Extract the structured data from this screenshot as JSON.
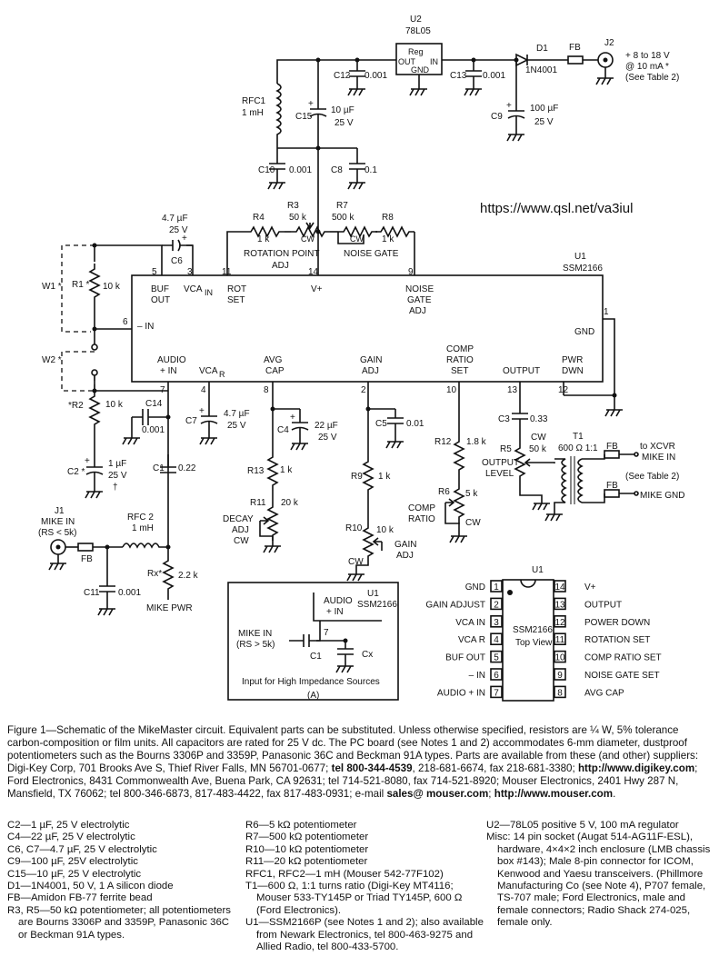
{
  "url": "https://www.qsl.net/va3iul",
  "schematic": {
    "u2": {
      "ref": "U2",
      "type": "78L05",
      "block": "Reg",
      "out": "OUT",
      "in": "IN",
      "gnd": "GND"
    },
    "u1": {
      "ref": "U1",
      "type": "SSM2166"
    },
    "d1": {
      "ref": "D1",
      "type": "1N4001"
    },
    "fb": "FB",
    "j2": {
      "ref": "J2",
      "line1": "+ 8 to 18 V",
      "line2": "@ 10 mA *",
      "line3": "(See Table 2)"
    },
    "c12": {
      "ref": "C12",
      "value": "0.001"
    },
    "c13": {
      "ref": "C13",
      "value": "0.001"
    },
    "c15": {
      "ref": "C15",
      "value": "10 µF",
      "rating": "25 V"
    },
    "c9": {
      "ref": "C9",
      "value": "100 µF",
      "rating": "25 V"
    },
    "rfc1": {
      "ref": "RFC1",
      "value": "1 mH"
    },
    "c10": {
      "ref": "C10",
      "value": "0.001"
    },
    "c8": {
      "ref": "C8",
      "value": "0.1"
    },
    "c6": {
      "ref": "C6",
      "value": "4.7 µF",
      "rating": "25 V"
    },
    "r4": {
      "ref": "R4",
      "value": "1 k"
    },
    "r3": {
      "ref": "R3",
      "value": "50 k"
    },
    "r7": {
      "ref": "R7",
      "value": "500 k"
    },
    "r8": {
      "ref": "R8",
      "value": "1 k"
    },
    "cw": "CW",
    "rotation_label": "ROTATION POINT",
    "adj": "ADJ",
    "noise_label": "NOISE GATE",
    "w1": "W1 *",
    "w2": "W2 *",
    "r1": {
      "ref": "R1 *",
      "value": "10 k"
    },
    "r2": {
      "ref": "*R2",
      "value": "10 k"
    },
    "c2": {
      "ref": "C2 *",
      "value": "1 µF",
      "rating": "25 V",
      "mark": "†"
    },
    "c14": {
      "ref": "C14",
      "value": "0.001"
    },
    "c1": {
      "ref": "C1",
      "value": "0.22"
    },
    "c7": {
      "ref": "C7",
      "value": "4.7 µF",
      "rating": "25 V"
    },
    "c4": {
      "ref": "C4",
      "value": "22 µF",
      "rating": "25 V"
    },
    "c5": {
      "ref": "C5",
      "value": "0.01"
    },
    "c3": {
      "ref": "C3",
      "value": "0.33"
    },
    "r13": {
      "ref": "R13",
      "value": "1 k"
    },
    "r11": {
      "ref": "R11",
      "value": "20 k"
    },
    "decay": [
      "DECAY",
      "ADJ",
      "CW"
    ],
    "r9": {
      "ref": "R9",
      "value": "1 k"
    },
    "r10": {
      "ref": "R10",
      "value": "10 k"
    },
    "gain_adj": [
      "GAIN",
      "ADJ"
    ],
    "r12": {
      "ref": "R12",
      "value": "1.8 k"
    },
    "r6": {
      "ref": "R6",
      "value": "5 k"
    },
    "comp_ratio": [
      "COMP",
      "RATIO"
    ],
    "r5": {
      "ref": "R5",
      "value": "50 k"
    },
    "output_level": [
      "OUTPUT",
      "LEVEL"
    ],
    "t1": {
      "ref": "T1",
      "value": "600 Ω 1:1"
    },
    "xcvr": [
      "to XCVR",
      "MIKE IN",
      "(See Table 2)"
    ],
    "mike_gnd": "MIKE GND",
    "j1": {
      "ref": "J1",
      "line1": "MIKE IN",
      "line2": "(RS < 5k)"
    },
    "rfc2": {
      "ref": "RFC 2",
      "value": "1 mH"
    },
    "c11": {
      "ref": "C11",
      "value": "0.001"
    },
    "rx": {
      "ref": "Rx*",
      "value": "2.2 k"
    },
    "mike_pwr": "MIKE PWR",
    "ic_pins_top": [
      "5",
      "3",
      "11",
      "14",
      "9"
    ],
    "ic_labels": {
      "buf_out": [
        "BUF",
        "OUT"
      ],
      "vca_in": "VCA",
      "in_sub": "IN",
      "rot": [
        "ROT",
        "SET"
      ],
      "vplus": "V+",
      "noise": [
        "NOISE",
        "GATE",
        "ADJ"
      ],
      "minus_in": "– IN",
      "pin6": "6",
      "gnd": "GND",
      "pin1": "1",
      "audio": [
        "AUDIO",
        "+ IN"
      ],
      "vcar": "VCA",
      "r_sub": "R",
      "avg": [
        "AVG",
        "CAP"
      ],
      "gain": [
        "GAIN",
        "ADJ"
      ],
      "comp": [
        "COMP",
        "RATIO",
        "SET"
      ],
      "output": "OUTPUT",
      "pwr": [
        "PWR",
        "DWN"
      ]
    },
    "ic_pins_bottom": [
      "7",
      "4",
      "8",
      "2",
      "10",
      "13",
      "12"
    ],
    "inset": {
      "ref": "U1",
      "type": "SSM2166",
      "pin_label": [
        "AUDIO",
        "+ IN"
      ],
      "pin": "7",
      "mike": [
        "MIKE IN",
        "(RS > 5k)"
      ],
      "c1": "C1",
      "cx": "Cx",
      "caption": "Input for High Impedance Sources",
      "tag": "(A)"
    },
    "pinout": {
      "title": "U1",
      "name": "SSM2166",
      "sub": "Top View",
      "left": [
        [
          "1",
          "GND"
        ],
        [
          "2",
          "GAIN ADJUST"
        ],
        [
          "3",
          "VCA IN"
        ],
        [
          "4",
          "VCA R"
        ],
        [
          "5",
          "BUF OUT"
        ],
        [
          "6",
          "– IN"
        ],
        [
          "7",
          "AUDIO + IN"
        ]
      ],
      "right": [
        [
          "14",
          "V+"
        ],
        [
          "13",
          "OUTPUT"
        ],
        [
          "12",
          "POWER DOWN"
        ],
        [
          "11",
          "ROTATION SET"
        ],
        [
          "10",
          "COMP RATIO SET"
        ],
        [
          "9",
          "NOISE GATE SET"
        ],
        [
          "8",
          "AVG CAP"
        ]
      ]
    }
  },
  "caption": [
    {
      "t": "Figure 1—Schematic of the MikeMaster circuit. Equivalent parts can be substituted. Unless otherwise specified, resistors are ¼ W, 5% tolerance carbon-composition or film units. All capacitors are rated for 25 V dc. The PC board (see Notes 1 and 2) accommodates 6-mm diameter, dustproof potentiometers such as the Bourns 3306P and 3359P, Panasonic 36C and Beckman 91A types. Parts are available from these (and other) suppliers: Digi-Key Corp, 701 Brooks Ave S, Thief River Falls, MN 56701-0677; ",
      "b": false
    },
    {
      "t": "tel 800-344-4539",
      "b": true
    },
    {
      "t": ", 218-681-6674, fax 218-681-3380; ",
      "b": false
    },
    {
      "t": "http://www.digikey.com",
      "b": true
    },
    {
      "t": "; Ford Electronics, 8431 Commonwealth Ave, Buena Park, CA 92631; tel 714-521-8080, fax 714-521-8920; Mouser Electronics, 2401 Hwy 287 N, Mansfield, TX 76062; tel 800-346-6873, 817-483-4422, fax 817-483-0931; e-mail ",
      "b": false
    },
    {
      "t": "sales@ mouser.com",
      "b": true
    },
    {
      "t": "; ",
      "b": false
    },
    {
      "t": "http://www.mouser.com",
      "b": true
    },
    {
      "t": ".",
      "b": false
    }
  ],
  "parts_col1": [
    "C2—1 µF, 25 V electrolytic",
    "C4—22 µF, 25 V electrolytic",
    "C6, C7—4.7 µF, 25 V electrolytic",
    "C9—100 µF, 25V electrolytic",
    "C15—10 µF, 25 V electrolytic",
    "D1—1N4001, 50 V, 1 A silicon diode",
    "FB—Amidon FB-77 ferrite bead",
    "R3, R5—50 kΩ potentiometer; all potentiometers are Bourns 3306P and 3359P, Panasonic 36C or Beckman 91A types."
  ],
  "parts_col2": [
    "R6—5 kΩ potentiometer",
    "R7—500 kΩ potentiometer",
    "R10—10 kΩ potentiometer",
    "R11—20 kΩ potentiometer",
    "RFC1, RFC2—1 mH (Mouser 542-77F102)",
    "T1—600 Ω, 1:1 turns ratio  (Digi-Key MT4116; Mouser 533-TY145P or Triad TY145P, 600 Ω (Ford Electronics).",
    "U1—SSM2166P (see Notes 1 and 2); also available from Newark Electronics, tel 800-463-9275 and Allied Radio, tel 800-433-5700."
  ],
  "parts_col3": [
    "U2—78L05 positive 5 V, 100 mA regulator",
    "Misc: 14 pin socket (Augat 514-AG11F-ESL), hardware, 4×4×2 inch enclosure (LMB chassis box #143); Male 8-pin connector for ICOM, Kenwood and Yaesu transceivers. (Phillmore Manufacturing Co (see Note 4), P707 female, TS-707 male; Ford Electronics, male and female connectors; Radio Shack 274-025, female only."
  ]
}
